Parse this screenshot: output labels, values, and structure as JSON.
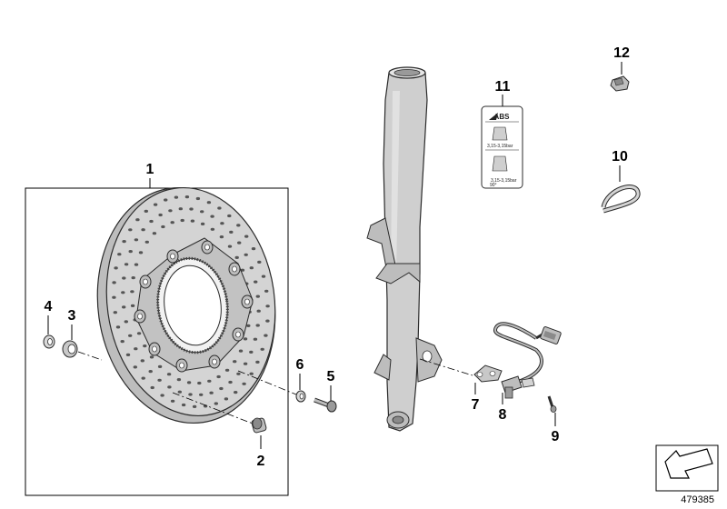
{
  "callouts": {
    "c1": "1",
    "c2": "2",
    "c3": "3",
    "c4": "4",
    "c5": "5",
    "c6": "6",
    "c7": "7",
    "c8": "8",
    "c9": "9",
    "c10": "10",
    "c11": "11",
    "c12": "12"
  },
  "label": {
    "logo": "ABS",
    "pressure_top": "3,15-3,15bar",
    "pressure_bottom": "3,15-3,15bar",
    "angle": "90°"
  },
  "diagram_number": "479385",
  "colors": {
    "part_fill": "#d4d4d4",
    "part_dark": "#9a9a9a",
    "outline": "#2b2b2b",
    "nav_arrow_fill": "#ffffff"
  }
}
